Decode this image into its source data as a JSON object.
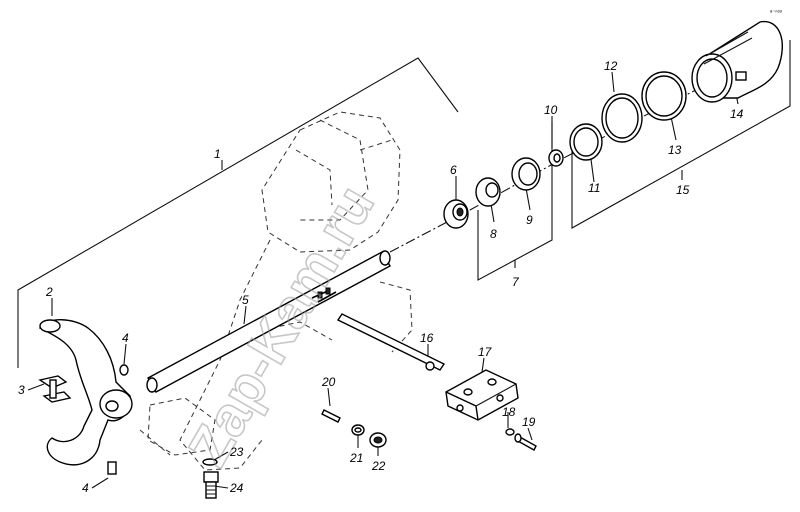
{
  "watermark": "Zap-Kam.ru",
  "corner_mark": "ᵃ⁻ⁿᵒᵒ",
  "callouts": [
    {
      "id": "c1",
      "label": "1"
    },
    {
      "id": "c2",
      "label": "2"
    },
    {
      "id": "c3",
      "label": "3"
    },
    {
      "id": "c4a",
      "label": "4"
    },
    {
      "id": "c4b",
      "label": "4"
    },
    {
      "id": "c5",
      "label": "5"
    },
    {
      "id": "c6",
      "label": "6"
    },
    {
      "id": "c7",
      "label": "7"
    },
    {
      "id": "c8",
      "label": "8"
    },
    {
      "id": "c9",
      "label": "9"
    },
    {
      "id": "c10",
      "label": "10"
    },
    {
      "id": "c11",
      "label": "11"
    },
    {
      "id": "c12",
      "label": "12"
    },
    {
      "id": "c13",
      "label": "13"
    },
    {
      "id": "c14",
      "label": "14"
    },
    {
      "id": "c15",
      "label": "15"
    },
    {
      "id": "c16",
      "label": "16"
    },
    {
      "id": "c17",
      "label": "17"
    },
    {
      "id": "c18",
      "label": "18"
    },
    {
      "id": "c19",
      "label": "19"
    },
    {
      "id": "c20",
      "label": "20"
    },
    {
      "id": "c21",
      "label": "21"
    },
    {
      "id": "c22",
      "label": "22"
    },
    {
      "id": "c23",
      "label": "23"
    },
    {
      "id": "c24",
      "label": "24"
    }
  ]
}
